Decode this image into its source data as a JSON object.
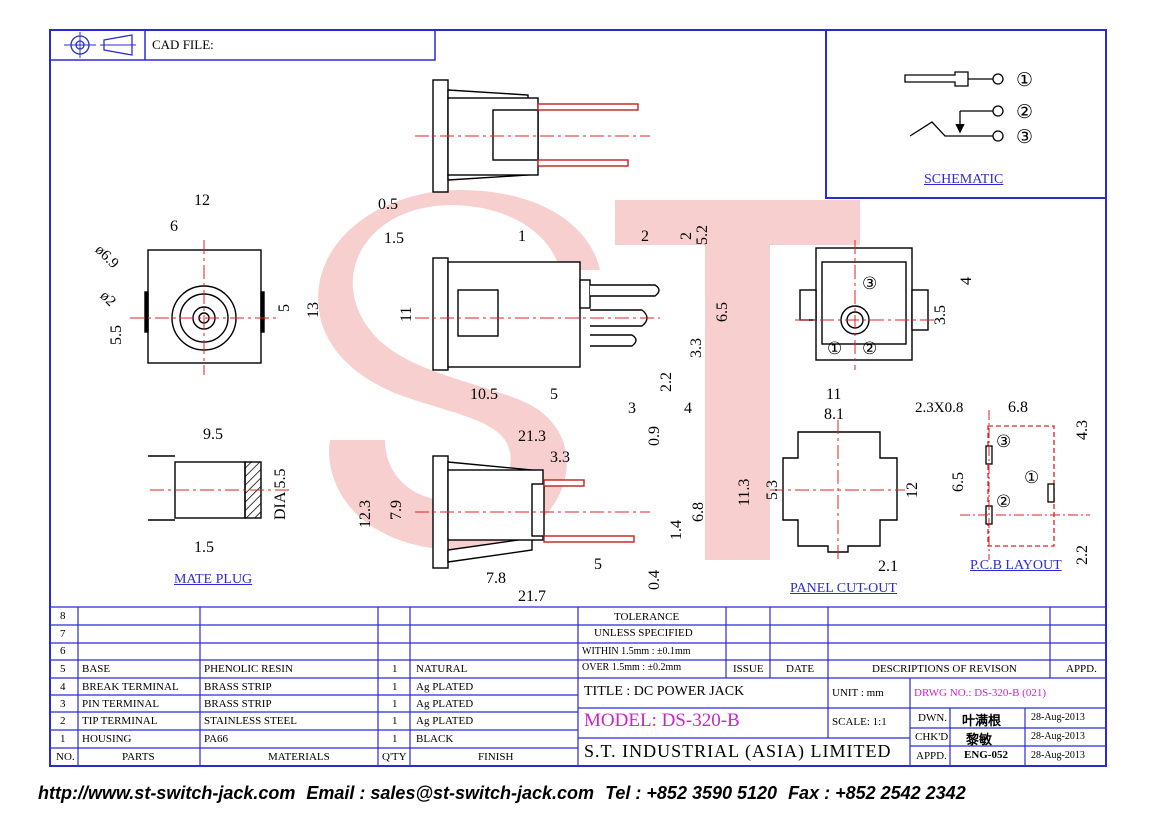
{
  "header": {
    "cad_file_label": "CAD FILE:"
  },
  "schematic": {
    "label": "SCHEMATIC",
    "pins": [
      "①",
      "②",
      "③"
    ]
  },
  "views": {
    "mate_plug_label": "MATE PLUG",
    "panel_cutout_label": "PANEL CUT-OUT",
    "pcb_layout_label": "P.C.B LAYOUT"
  },
  "dimensions": {
    "top_view": [
      "0.5"
    ],
    "front": [
      "12",
      "6",
      "ø6.9",
      "ø2",
      "5.5",
      "5",
      "13"
    ],
    "side": [
      "1.5",
      "1",
      "2",
      "2",
      "5.2",
      "11",
      "6.5",
      "3.3",
      "2.2",
      "10.5",
      "5",
      "3",
      "4"
    ],
    "right_front": [
      "③",
      "①",
      "②",
      "4",
      "3.5"
    ],
    "mate_plug": [
      "9.5",
      "DIA 5.5",
      "1.5"
    ],
    "bottom": [
      "21.3",
      "0.9",
      "3.3",
      "12.3",
      "7.9",
      "6.8",
      "1.4",
      "5",
      "7.8",
      "0.4",
      "21.7"
    ],
    "panel": [
      "11",
      "8.1",
      "11.3",
      "5.3",
      "12",
      "2.1"
    ],
    "pcb": [
      "2.3X0.8",
      "6.8",
      "4.3",
      "6.5",
      "2.2",
      "③",
      "①",
      "②"
    ]
  },
  "parts_table": {
    "headers": [
      "NO.",
      "PARTS",
      "MATERIALS",
      "Q'TY",
      "FINISH"
    ],
    "rows": [
      [
        "8",
        "",
        "",
        "",
        ""
      ],
      [
        "7",
        "",
        "",
        "",
        ""
      ],
      [
        "6",
        "",
        "",
        "",
        ""
      ],
      [
        "5",
        "BASE",
        "PHENOLIC RESIN",
        "1",
        "NATURAL"
      ],
      [
        "4",
        "BREAK TERMINAL",
        "BRASS STRIP",
        "1",
        "Ag PLATED"
      ],
      [
        "3",
        "PIN TERMINAL",
        "BRASS STRIP",
        "1",
        "Ag PLATED"
      ],
      [
        "2",
        "TIP TERMINAL",
        "STAINLESS STEEL",
        "1",
        "Ag PLATED"
      ],
      [
        "1",
        "HOUSING",
        "PA66",
        "1",
        "BLACK"
      ]
    ]
  },
  "tolerance": {
    "title": "TOLERANCE",
    "subtitle": "UNLESS   SPECIFIED",
    "line1": "WITHIN  1.5mm  : ±0.1mm",
    "line2": "OVER    1.5mm : ±0.2mm"
  },
  "revision": {
    "issue": "ISSUE",
    "date": "DATE",
    "desc": "DESCRIPTIONS  OF  REVISON",
    "appd": "APPD."
  },
  "title_block": {
    "title": "TITLE : DC POWER JACK",
    "unit": "UNIT :   mm",
    "drwg": "DRWG NO.: DS-320-B (021)",
    "model": "MODEL: DS-320-B",
    "scale": "SCALE:   1:1",
    "company": "S.T.  INDUSTRIAL  (ASIA)  LIMITED",
    "dwn_label": "DWN.",
    "dwn_name": "叶满根",
    "dwn_date": "28-Aug-2013",
    "chkd_label": "CHK'D",
    "chkd_name": "黎敏",
    "chkd_date": "28-Aug-2013",
    "appd_label": "APPD.",
    "appd_name": "ENG-052",
    "appd_date": "28-Aug-2013"
  },
  "footer": {
    "web": "http://www.st-switch-jack.com",
    "email": "Email : sales@st-switch-jack.com",
    "tel": "Tel : +852 3590 5120",
    "fax": "Fax : +852 2542 2342"
  },
  "colors": {
    "frame": "#2b2bd6",
    "center_line": "#e02020",
    "watermark": "#f0a0a0",
    "magenta": "#d020d0"
  }
}
